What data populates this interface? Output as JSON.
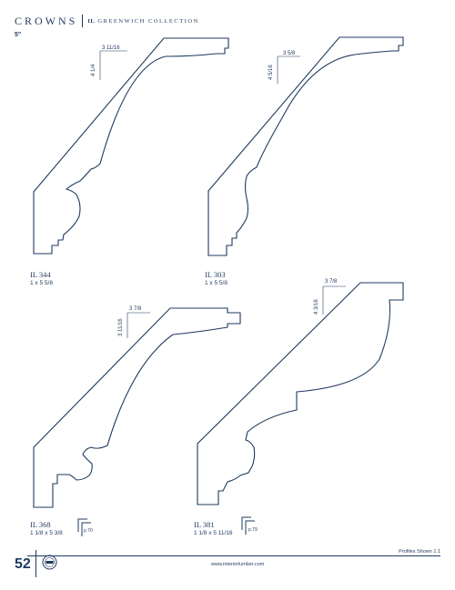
{
  "header": {
    "brand": "CROWNS",
    "collection_prefix": "IL",
    "collection_name": "GREENWICH COLLECTION"
  },
  "size_label": "5\"",
  "profiles": [
    {
      "name": "IL 344",
      "dimensions": "1 x 5 5/8",
      "dim_width": "3 11/16",
      "dim_height": "4 1/4",
      "page_ref": ""
    },
    {
      "name": "IL 303",
      "dimensions": "1 x 5 5/8",
      "dim_width": "3 5/8",
      "dim_height": "4 5/16",
      "page_ref": ""
    },
    {
      "name": "IL 368",
      "dimensions": "1 1/8 x 5 3/8",
      "dim_width": "3 7/8",
      "dim_height": "3 11/16",
      "page_ref": "p.70"
    },
    {
      "name": "IL 381",
      "dimensions": "1 1/8 x 5 11/16",
      "dim_width": "3 7/8",
      "dim_height": "4 3/16",
      "page_ref": "p.79"
    }
  ],
  "footer": {
    "scale_note": "Profiles Shown 1:1",
    "page_number": "52",
    "website": "www.interiorlumber.com"
  },
  "colors": {
    "ink": "#1f3a5f",
    "background": "#ffffff"
  },
  "icons": {
    "corner_bead": "corner-guide-icon",
    "logo": "company-seal-icon"
  }
}
